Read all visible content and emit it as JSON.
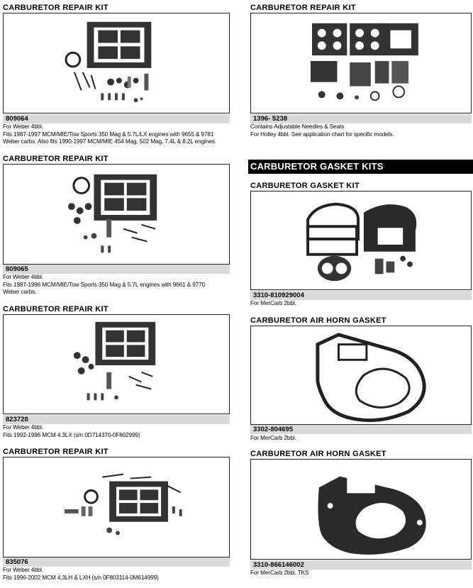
{
  "cards": {
    "c809064": {
      "title": "CARBURETOR REPAIR KIT",
      "part_number": "809064",
      "lines": [
        "For Weber 4bbl.",
        "Fits 1987-1997 MCM/MIE/Tow Sports 350 Mag & 5.7L/LX engines with 9655 & 9781",
        "Weber carbs. Also fits 1990-1997 MCM/MIE 454 Mag, 502 Mag, 7.4L & 8.2L engines."
      ]
    },
    "c809065": {
      "title": "CARBURETOR REPAIR KIT",
      "part_number": "809065",
      "lines": [
        "For Weber 4bbl.",
        "Fits 1987-1996 MCM/MIE/Tow Sports 350 Mag & 5.7L engines with 9661 & 9770",
        "Weber carbs."
      ]
    },
    "c823728": {
      "title": "CARBURETOR REPAIR KIT",
      "part_number": "823728",
      "lines": [
        "For Weber 4bbl.",
        "Fits 1992-1996 MCM 4.3LX (s/n 0D714370-0F802999)"
      ]
    },
    "c835076": {
      "title": "CARBURETOR REPAIR KIT",
      "part_number": "835076",
      "lines": [
        "For Weber 4bbl.",
        "Fits 1996-2002 MCM 4.3LH & LXH (s/n 0F803114-0M614999)"
      ]
    },
    "c1396": {
      "title": "CARBURETOR REPAIR KIT",
      "part_number": "1396-  5238",
      "lines": [
        "Contains Adjustable Needles & Seats",
        "For Holley 4bbl. See application chart for specific models."
      ]
    },
    "c3310a": {
      "title": "CARBURETOR GASKET KIT",
      "part_number": "3310-810929004",
      "lines": [
        "For MerCarb 2bbl."
      ]
    },
    "c3302": {
      "title": "CARBURETOR AIR HORN GASKET",
      "part_number": "3302-804695",
      "lines": [
        "For MerCarb 2bbl."
      ]
    },
    "c3310b": {
      "title": "CARBURETOR AIR HORN GASKET",
      "part_number": "3310-866146002",
      "lines": [
        "For MerCarb 2bbl. TKS"
      ]
    }
  },
  "section_header": "CARBURETOR GASKET KITS",
  "colors": {
    "bar": "#d9d9d9",
    "header_bg": "#000000",
    "header_text": "#ffffff"
  }
}
